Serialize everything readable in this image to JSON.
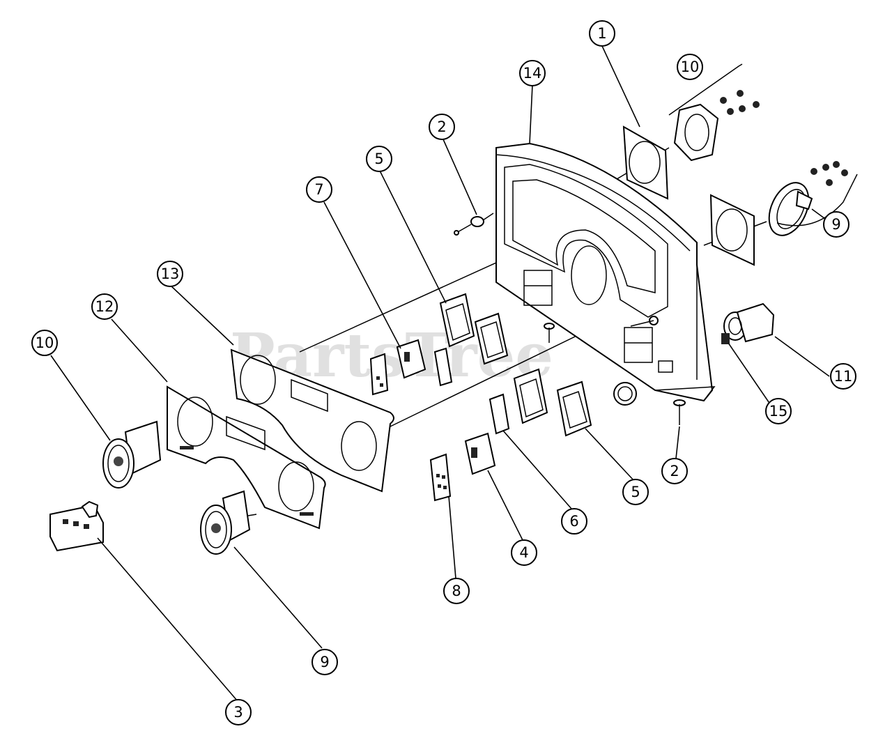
{
  "diagram": {
    "watermark": "PartsTree",
    "watermark_mark": "™",
    "callouts": [
      "1",
      "2",
      "2",
      "3",
      "4",
      "5",
      "5",
      "6",
      "7",
      "8",
      "9",
      "9",
      "10",
      "10",
      "11",
      "12",
      "13",
      "14",
      "15"
    ]
  }
}
